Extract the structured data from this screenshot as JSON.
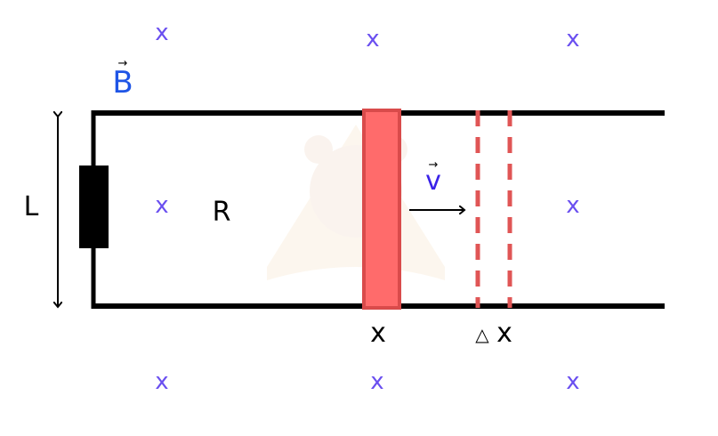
{
  "labels": {
    "magnetic_field": "B",
    "velocity": "v",
    "length": "L",
    "resistance": "R",
    "position": "x",
    "delta_symbol": "△",
    "delta_var": "x",
    "vector_arrow": "→"
  },
  "field_marks": [
    "x",
    "x",
    "x",
    "x",
    "x",
    "x",
    "x",
    "x"
  ],
  "colors": {
    "field_marks": "#6a4ff0",
    "vector_B": "#1f55e6",
    "vector_v": "#3a22e8",
    "rod_fill": "#ff6b6b",
    "rod_border": "#d94b4b",
    "dashed_rod": "#e05555",
    "rails": "#000000",
    "resistor": "#000000"
  }
}
